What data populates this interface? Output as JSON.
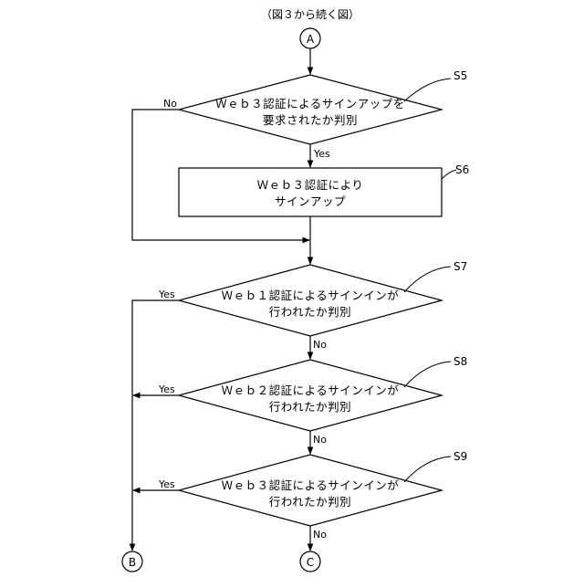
{
  "header": "（図３から続く図）",
  "connectors": {
    "start": "A",
    "end_yes": "B",
    "end_no": "C"
  },
  "steps": {
    "s5": {
      "label": "S5",
      "line1": "Ｗｅｂ３認証によるサインアップを",
      "line2": "要求されたか判別",
      "branch_left": "No",
      "branch_down": "Yes"
    },
    "s6": {
      "label": "S6",
      "line1": "Ｗｅｂ３認証により",
      "line2": "サインアップ"
    },
    "s7": {
      "label": "S7",
      "line1": "Ｗｅｂ１認証によるサインインが",
      "line2": "行われたか判別",
      "branch_left": "Yes",
      "branch_down": "No"
    },
    "s8": {
      "label": "S8",
      "line1": "Ｗｅｂ２認証によるサインインが",
      "line2": "行われたか判別",
      "branch_left": "Yes",
      "branch_down": "No"
    },
    "s9": {
      "label": "S9",
      "line1": "Ｗｅｂ３認証によるサインインが",
      "line2": "行われたか判別",
      "branch_left": "Yes",
      "branch_down": "No"
    }
  }
}
